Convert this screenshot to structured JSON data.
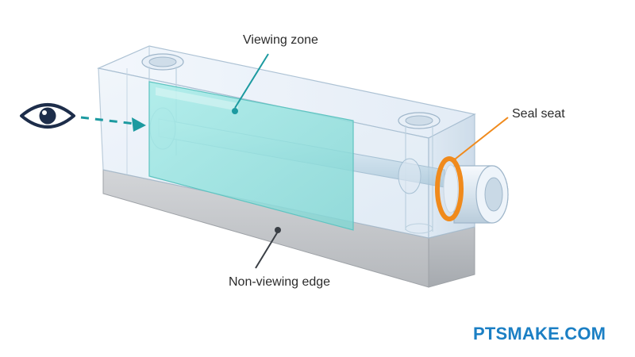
{
  "labels": {
    "viewing_zone": "Viewing zone",
    "seal_seat": "Seal seat",
    "non_viewing_edge": "Non-viewing edge"
  },
  "brand": "PTSMAKE.COM",
  "colors": {
    "accent_teal": "#1c9aa0",
    "seal_orange": "#f08a1c",
    "brand_blue": "#1b7fc4",
    "base_gray": "#c4c6c9",
    "eye_navy": "#1d2d4a",
    "window_teal": "#8fe3df"
  },
  "icons": {
    "viewer": "eye-icon",
    "direction": "dashed-arrow"
  }
}
